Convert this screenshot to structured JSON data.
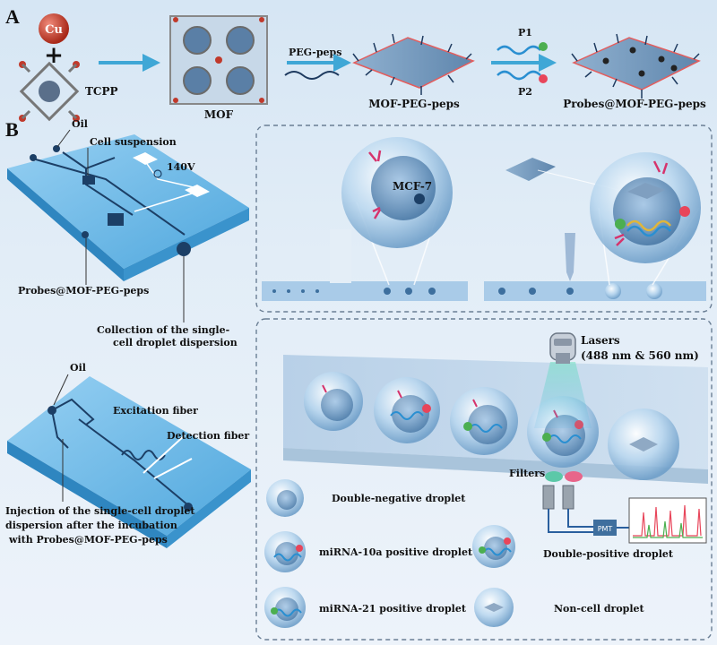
{
  "panel_a": {
    "letter": "A",
    "cu": "Cu",
    "plus": "+",
    "tcpp": "TCPP",
    "mof": "MOF",
    "peg_peps": "PEG-peps",
    "mof_peg_peps": "MOF-PEG-peps",
    "p1": "P1",
    "p2": "P2",
    "probes_mof": "Probes@MOF-PEG-peps"
  },
  "panel_b": {
    "letter": "B",
    "chip1": {
      "oil": "Oil",
      "cell_suspension": "Cell suspension",
      "voltage": "140V",
      "probes": "Probes@MOF-PEG-peps",
      "collection_line1": "Collection of the single-",
      "collection_line2": "cell droplet dispersion"
    },
    "cell_label": "MCF-7",
    "chip2": {
      "oil": "Oil",
      "excitation": "Excitation fiber",
      "detection": "Detection fiber",
      "injection_line1": "Injection of the single-cell droplet",
      "injection_line2": "dispersion after the incubation",
      "injection_line3": "with Probes@MOF-PEG-peps"
    },
    "detection": {
      "lasers_line1": "Lasers",
      "lasers_line2": "(488 nm & 560 nm)",
      "filters": "Filters",
      "pmt": "PMT"
    },
    "legend": {
      "double_negative": "Double-negative droplet",
      "mirna10a": "miRNA-10a positive droplet",
      "double_positive": "Double-positive droplet",
      "mirna21": "miRNA-21 positive droplet",
      "non_cell": "Non-cell droplet"
    }
  },
  "colors": {
    "cu": "#c0392b",
    "arrow": "#3fa7d6",
    "chip": "#5eb3e6",
    "green_probe": "#4caf50",
    "red_probe": "#e8455a",
    "pink_marker": "#d6336c"
  }
}
